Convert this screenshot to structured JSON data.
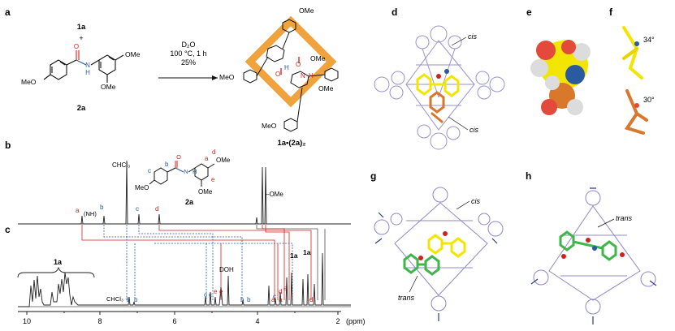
{
  "panels": {
    "a": "a",
    "b": "b",
    "c": "c",
    "d": "d",
    "e": "e",
    "f": "f",
    "g": "g",
    "h": "h"
  },
  "scheme": {
    "reactant1": "1a",
    "plus": "+",
    "reactant2": "2a",
    "cond1": "D₂O",
    "cond2": "100 °C, 1 h",
    "cond3": "25%",
    "product": "1a•(2a)₂",
    "groups": {
      "meo": "MeO",
      "ome": "OMe",
      "o": "O",
      "n": "N",
      "h": "H",
      "nh": "N",
      "h2": "H"
    }
  },
  "spectrum_b": {
    "chcl3": "CHCl₃",
    "nh_label": "(NH)",
    "ome_label": "–OMe",
    "compound": "2a",
    "peak_letters": [
      "a",
      "b",
      "c",
      "d"
    ],
    "struct_letters": [
      "a",
      "b",
      "c",
      "d",
      "e"
    ],
    "struct_groups": [
      "OMe",
      "OMe",
      "MeO",
      "N",
      "H",
      "O"
    ]
  },
  "spectrum_c": {
    "bracket_label": "1a",
    "chcl3": "CHCl₃",
    "dod": "DOH",
    "labels_1a": [
      "1a",
      "1a"
    ],
    "peak_letters": [
      "b",
      "b",
      "c",
      "c",
      "e",
      "e",
      "b",
      "b",
      "c",
      "d",
      "a",
      "e",
      "d",
      "a"
    ]
  },
  "axis": {
    "ticks": [
      "10",
      "8",
      "6",
      "4",
      "2"
    ],
    "unit": "(ppm)"
  },
  "crystal": {
    "d_labels": [
      "cis",
      "cis"
    ],
    "f_angles": [
      "34°",
      "30°"
    ],
    "g_labels": [
      "cis",
      "trans"
    ],
    "h_labels": [
      "trans"
    ]
  },
  "colors": {
    "red": "#d0211c",
    "blue": "#2a5aa0",
    "orange": "#f0a23c",
    "yellow": "#f2e600",
    "green": "#3fb64a",
    "lilac": "#8f88c8",
    "copper": "#d9772a"
  }
}
